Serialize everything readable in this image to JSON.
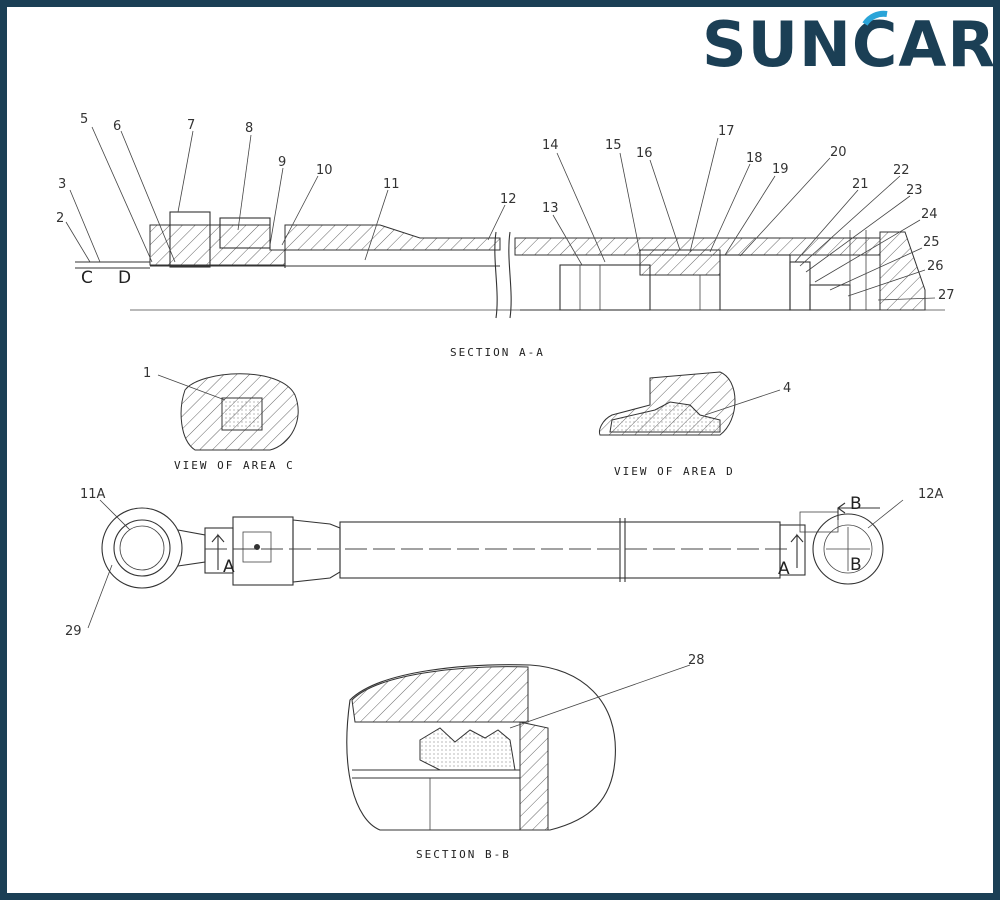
{
  "logo": {
    "text": "SUNCAR",
    "color": "#1b3f55",
    "accent": "#2aa4d8"
  },
  "sections": {
    "section_aa": "SECTION A-A",
    "view_c": "VIEW OF AREA C",
    "view_d": "VIEW OF AREA D",
    "section_bb": "SECTION B-B"
  },
  "callouts": [
    "1",
    "2",
    "3",
    "4",
    "5",
    "6",
    "7",
    "8",
    "9",
    "10",
    "11",
    "12",
    "13",
    "14",
    "15",
    "16",
    "17",
    "18",
    "19",
    "20",
    "21",
    "22",
    "23",
    "24",
    "25",
    "26",
    "27",
    "28",
    "29",
    "11A",
    "12A"
  ],
  "markers": {
    "c": "C",
    "d": "D",
    "a_left": "A",
    "a_right": "A",
    "b_top": "B",
    "b_circle": "B"
  },
  "colors": {
    "frame": "#1b3f55",
    "line": "#333333"
  }
}
